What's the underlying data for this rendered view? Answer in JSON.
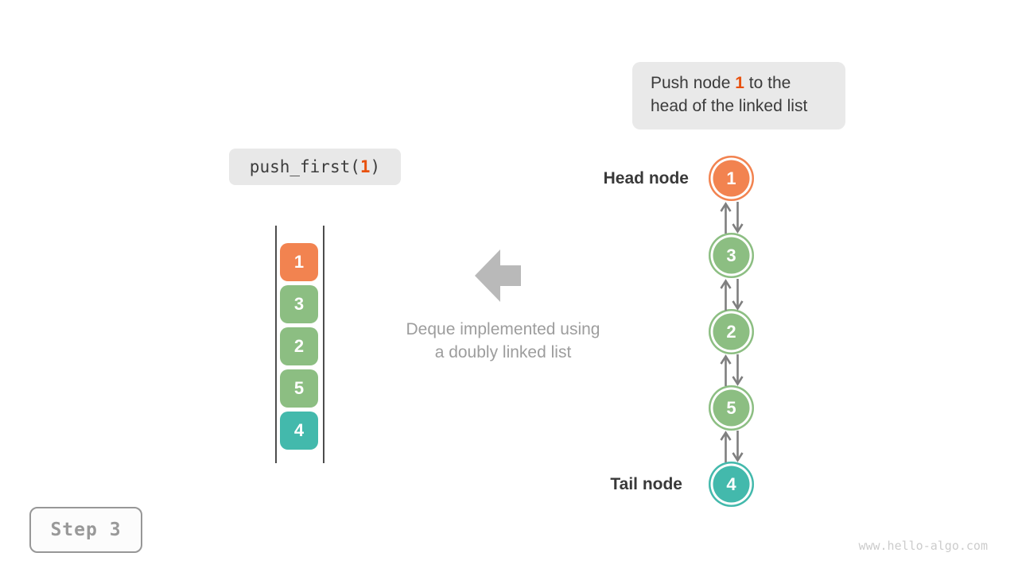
{
  "colors": {
    "orange": "#f28350",
    "green": "#8cbe82",
    "teal": "#43b9ac",
    "highlight_orange": "#e8510e",
    "link_arrow_gray": "#7f7f7f",
    "big_arrow_gray": "#b9b9b9",
    "callout_bg": "#e9e9e9",
    "text_dark": "#3b3b3b",
    "text_gray": "#9d9d9d"
  },
  "callout": {
    "part1": "Push node ",
    "num": "1",
    "part2": " to the",
    "line2": "head of the linked list"
  },
  "code": {
    "fn": "push_first(",
    "arg": "1",
    "close": ")"
  },
  "stack": {
    "items": [
      {
        "value": "1",
        "color": "#f28350"
      },
      {
        "value": "3",
        "color": "#8cbe82"
      },
      {
        "value": "2",
        "color": "#8cbe82"
      },
      {
        "value": "5",
        "color": "#8cbe82"
      },
      {
        "value": "4",
        "color": "#43b9ac"
      }
    ]
  },
  "caption": {
    "line1": "Deque implemented using",
    "line2": "a doubly linked list"
  },
  "list": {
    "head_label": "Head node",
    "tail_label": "Tail node",
    "nodes": [
      {
        "value": "1",
        "color": "#f28350"
      },
      {
        "value": "3",
        "color": "#8cbe82"
      },
      {
        "value": "2",
        "color": "#8cbe82"
      },
      {
        "value": "5",
        "color": "#8cbe82"
      },
      {
        "value": "4",
        "color": "#43b9ac"
      }
    ]
  },
  "step": {
    "label": "Step 3"
  },
  "watermark": "www.hello-algo.com"
}
